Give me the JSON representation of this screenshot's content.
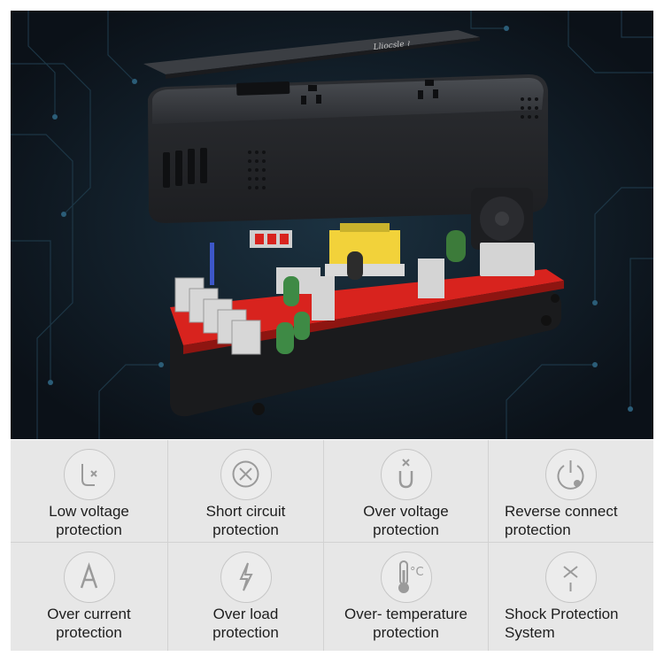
{
  "hero": {
    "brand_mark": "Lliocsle ≀",
    "image_alt": "Exploded view of a power inverter with red circuit board, cooling fan and USB ports"
  },
  "features": [
    {
      "icon": "low-voltage-icon",
      "line1": "Low voltage",
      "line2": "protection"
    },
    {
      "icon": "short-circuit-icon",
      "line1": "Short circuit",
      "line2": "protection"
    },
    {
      "icon": "over-voltage-icon",
      "line1": "Over voltage",
      "line2": "protection"
    },
    {
      "icon": "reverse-connect-icon",
      "line1": "Reverse connect",
      "line2": "protection"
    },
    {
      "icon": "over-current-icon",
      "line1": "Over current",
      "line2": "protection"
    },
    {
      "icon": "over-load-icon",
      "line1": "Over load",
      "line2": "protection"
    },
    {
      "icon": "over-temperature-icon",
      "line1": "Over- temperature",
      "line2": "protection"
    },
    {
      "icon": "shock-protection-icon",
      "line1": "Shock Protection",
      "line2": "System"
    }
  ],
  "colors": {
    "board": "#d8231e",
    "case": "#2d2f33",
    "bg": "#0b1118",
    "panel": "#e7e7e7"
  }
}
